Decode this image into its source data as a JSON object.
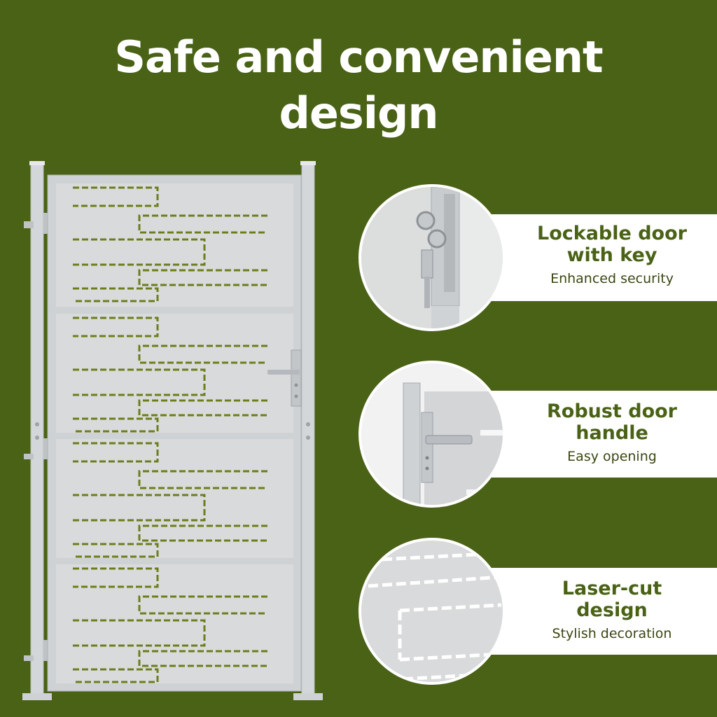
{
  "headline": {
    "line1": "Safe and convenient",
    "line2": "design"
  },
  "colors": {
    "background": "#4a6216",
    "panel": "#d9d9d9",
    "frame": "#cfd2d4",
    "banner": "#ffffff",
    "title_text": "#4a6216"
  },
  "features": [
    {
      "title_line1": "Lockable door",
      "title_line2": "with key",
      "subtitle": "Enhanced security",
      "icon": "lock-with-key-icon"
    },
    {
      "title_line1": "Robust door",
      "title_line2": "handle",
      "subtitle": "Easy opening",
      "icon": "door-handle-icon"
    },
    {
      "title_line1": "Laser-cut",
      "title_line2": "design",
      "subtitle": "Stylish decoration",
      "icon": "laser-cut-pattern-icon"
    }
  ]
}
